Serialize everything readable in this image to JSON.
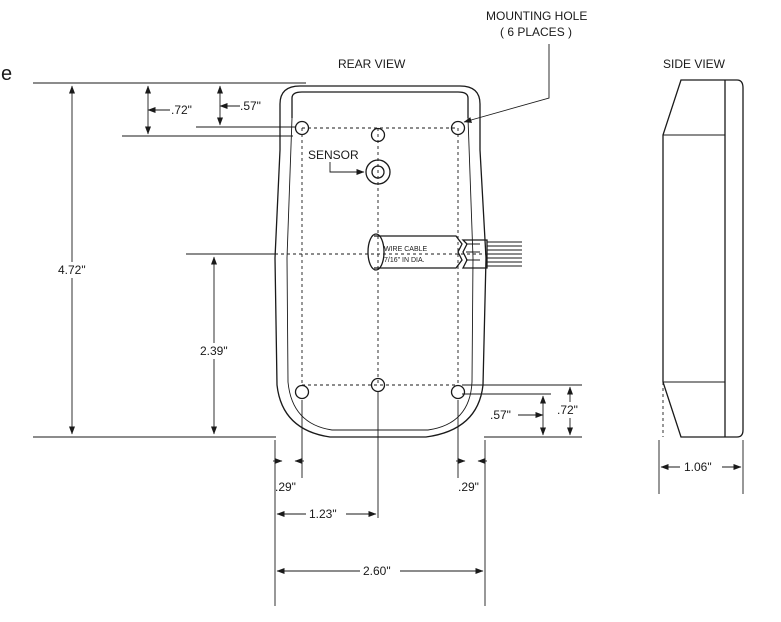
{
  "views": {
    "rear": "REAR VIEW",
    "side": "SIDE VIEW"
  },
  "callouts": {
    "mounting_hole_line1": "MOUNTING HOLE",
    "mounting_hole_line2": "( 6 PLACES )",
    "sensor": "SENSOR",
    "wire_cable_line1": "WIRE CABLE",
    "wire_cable_line2": "7/16\" IN DIA."
  },
  "dimensions": {
    "overall_height": "4.72\"",
    "hole_to_bottom": "2.39\"",
    "top_hole_offset": ".72\"",
    "top_hole_spacing": ".57\"",
    "bottom_hole_spacing": ".57\"",
    "bottom_hole_offset": ".72\"",
    "left_edge_to_hole": ".29\"",
    "right_edge_to_hole": ".29\"",
    "half_width": "1.23\"",
    "overall_width": "2.60\"",
    "depth": "1.06\""
  },
  "fragment": {
    "edge_letter": "e"
  }
}
